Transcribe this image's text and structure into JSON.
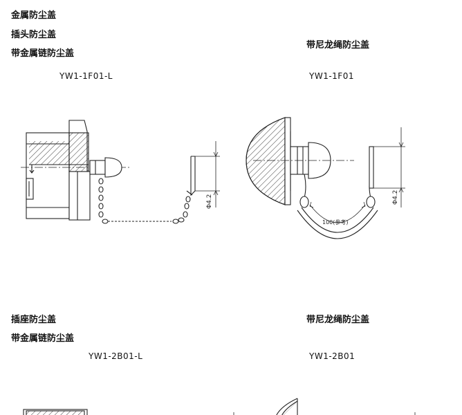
{
  "labels": {
    "metal_cover": "金属防尘盖",
    "plug_cover": "插头防尘盖",
    "metal_chain_cover_top": "带金属链防尘盖",
    "nylon_rope_cover_top": "带尼龙绳防尘盖",
    "socket_cover": "插座防尘盖",
    "metal_chain_cover_bottom": "带金属链防尘盖",
    "nylon_rope_cover_bottom": "带尼龙绳防尘盖"
  },
  "codes": {
    "top_left": "YW1-1F01-L",
    "top_right": "YW1-1F01",
    "bottom_left": "YW1-2B01-L",
    "bottom_right": "YW1-2B01"
  },
  "dimensions": {
    "hole_left": "Φ4.2",
    "hole_right": "Φ4.2",
    "rope_length": "100(参考)"
  }
}
